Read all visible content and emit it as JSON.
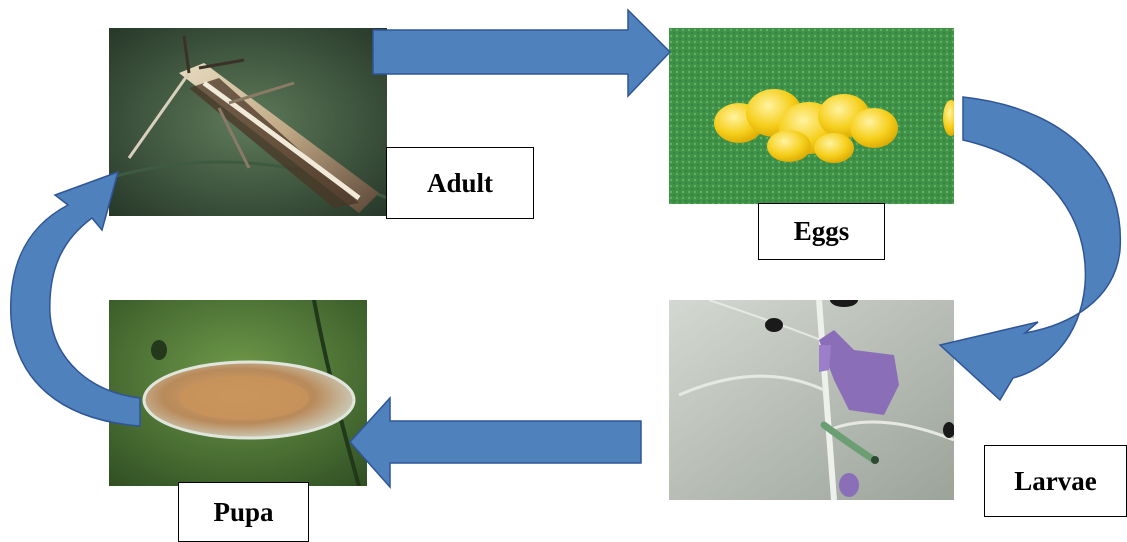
{
  "stages": {
    "adult": "Adult",
    "eggs": "Eggs",
    "larvae": "Larvae",
    "pupa": "Pupa"
  },
  "colors": {
    "arrow_fill": "#4f81bd",
    "arrow_stroke": "#2f5597",
    "label_border": "#000000"
  },
  "icons": {
    "adult_photo": "moth-on-leaf-photo",
    "eggs_photo": "yellow-eggs-on-leaf-photo",
    "larvae_photo": "caterpillar-on-leaf-photo",
    "pupa_photo": "cocoon-on-leaf-photo"
  }
}
